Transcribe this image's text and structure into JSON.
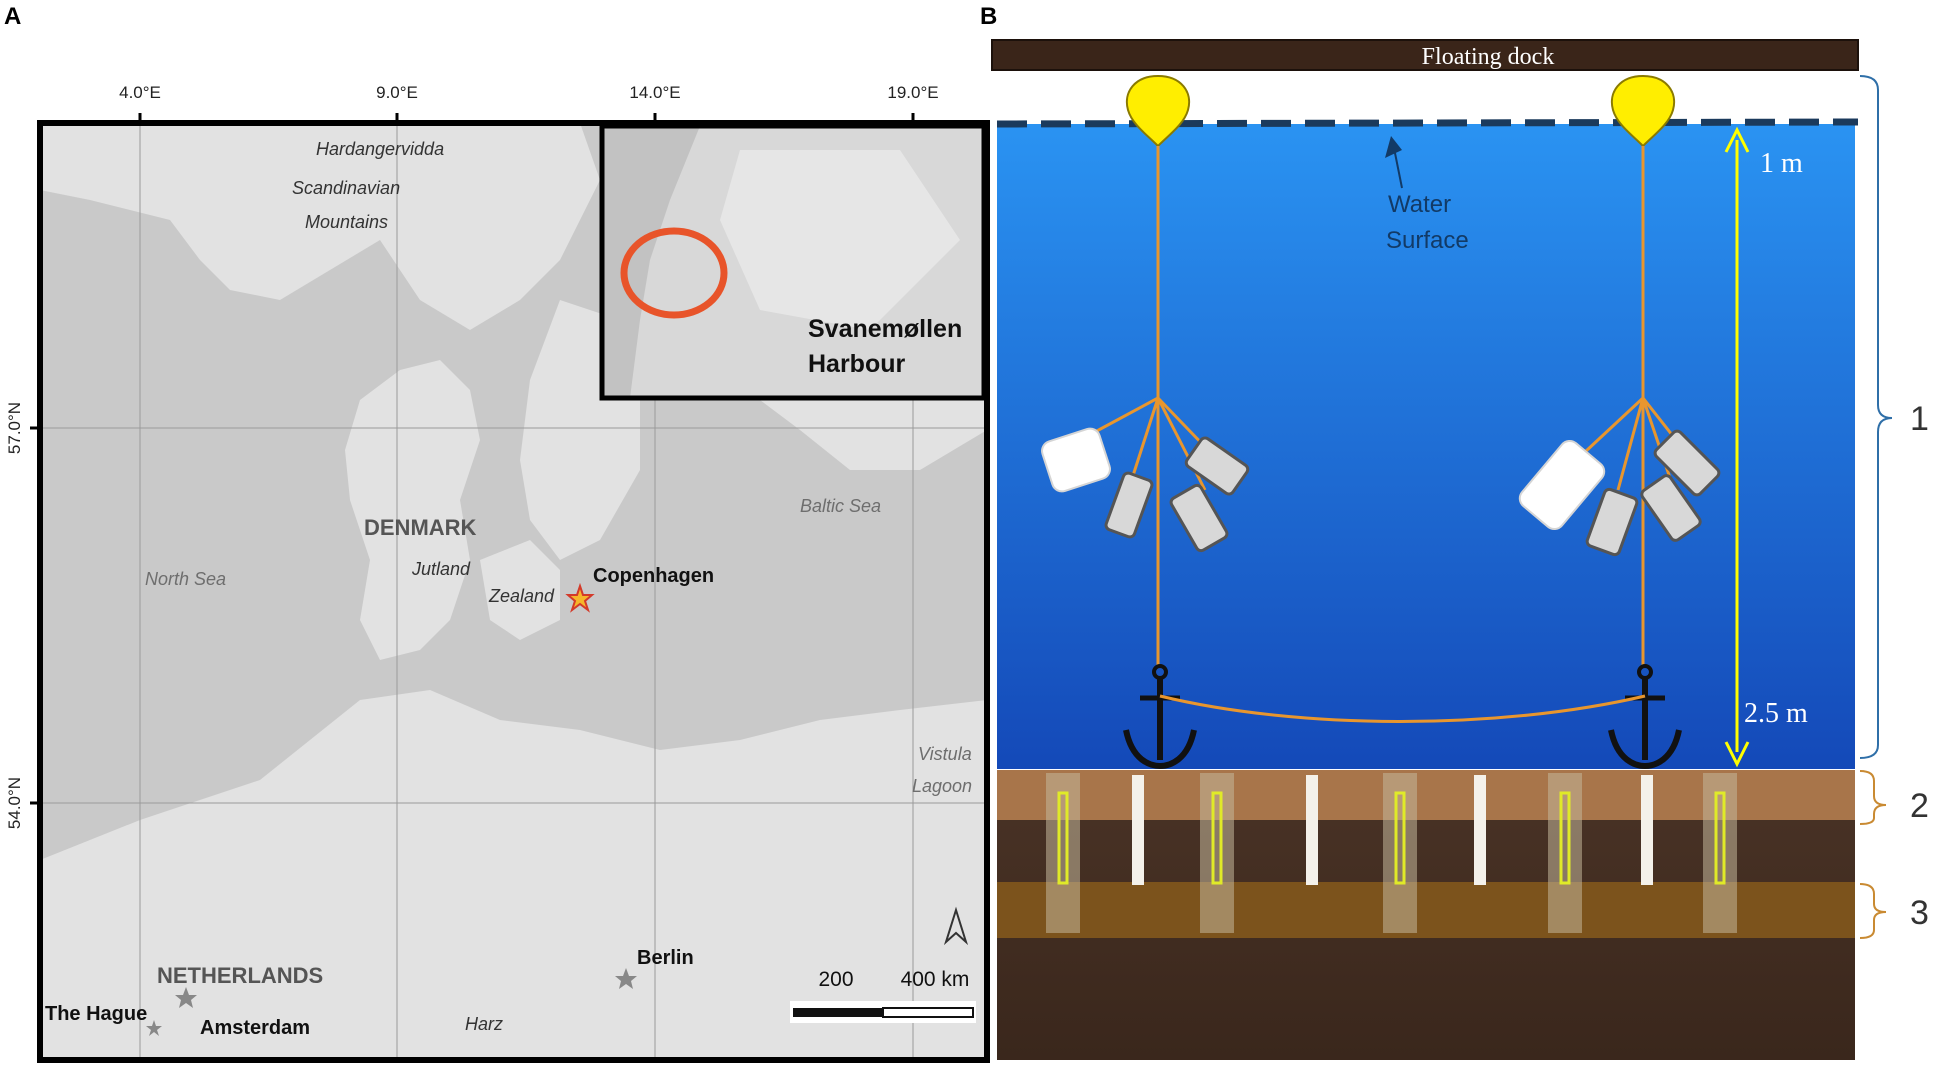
{
  "panel_a": {
    "label": "A",
    "longitude_ticks": [
      "4.0°E",
      "9.0°E",
      "14.0°E",
      "19.0°E"
    ],
    "latitude_ticks": [
      "57.0°N",
      "54.0°N"
    ],
    "regions": [
      "Hardangervidda",
      "Scandinavian",
      "Mountains"
    ],
    "seas": {
      "north_sea": "North Sea",
      "baltic_sea": "Baltic Sea",
      "vistula": "Vistula",
      "lagoon": "Lagoon"
    },
    "countries": {
      "denmark": "DENMARK",
      "netherlands": "NETHERLANDS"
    },
    "areas": {
      "jutland": "Jutland",
      "zealand": "Zealand",
      "harz": "Harz"
    },
    "cities": {
      "copenhagen": "Copenhagen",
      "berlin": "Berlin",
      "the_hague": "The Hague",
      "amsterdam": "Amsterdam"
    },
    "inset": {
      "line1": "Svanemøllen",
      "line2": "Harbour"
    },
    "scale_bar": {
      "mid": "200",
      "end": "400 km"
    }
  },
  "panel_b": {
    "label": "B",
    "dock_label": "Floating dock",
    "water_surface_line1": "Water",
    "water_surface_line2": "Surface",
    "depth_top": "1 m",
    "depth_bottom": "2.5 m",
    "zones": [
      "1",
      "2",
      "3"
    ]
  },
  "colors": {
    "buoy": "#ffee00",
    "rope": "#e8962e",
    "water_top": "#2a93f2",
    "water_bottom": "#1449b8",
    "inset_circle": "#e8542a",
    "dock": "#3a2519"
  }
}
